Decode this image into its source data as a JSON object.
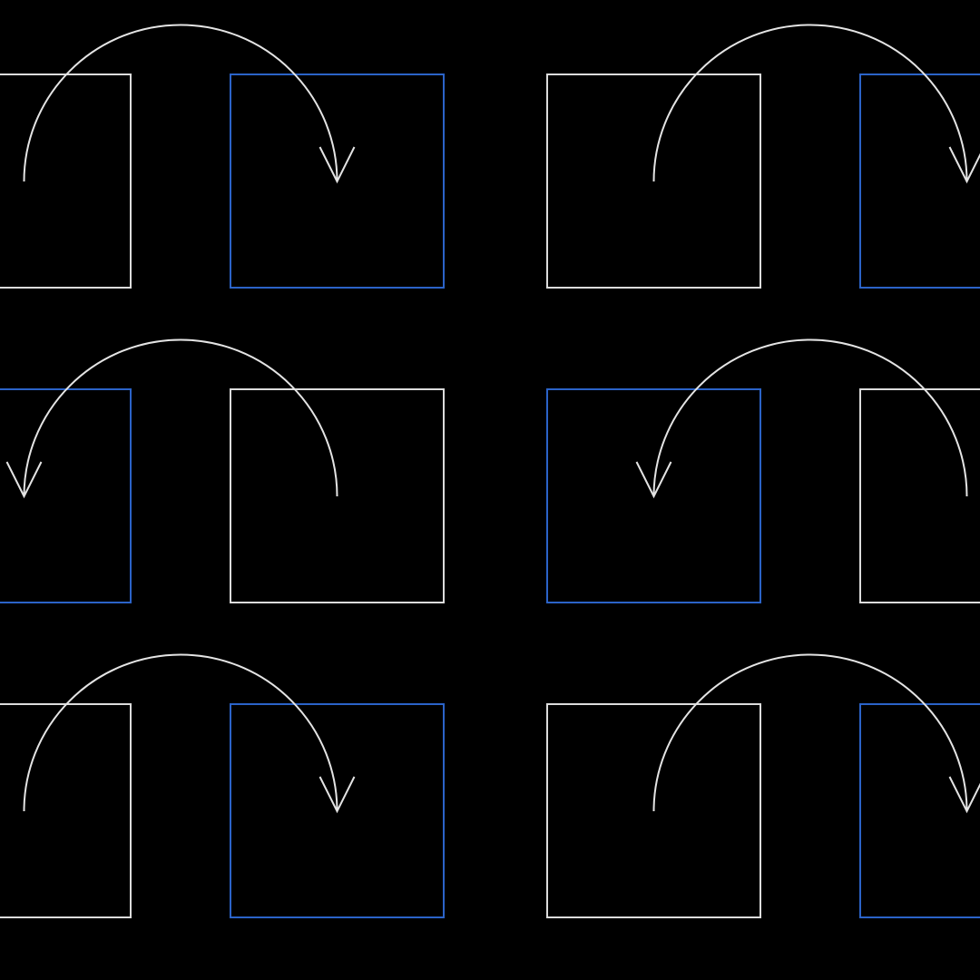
{
  "colors": {
    "background": "#000000",
    "white": "#dcdcdc",
    "blue": "#2b63c8",
    "arrow": "#e4e4e4"
  },
  "rows": [
    {
      "name": "row-1",
      "pairs": [
        {
          "left": "white",
          "right": "blue",
          "arrow": "left-to-right"
        },
        {
          "left": "white",
          "right": "blue",
          "arrow": "left-to-right"
        }
      ]
    },
    {
      "name": "row-2",
      "pairs": [
        {
          "left": "blue",
          "right": "white",
          "arrow": "right-to-left"
        },
        {
          "left": "blue",
          "right": "white",
          "arrow": "right-to-left"
        }
      ]
    },
    {
      "name": "row-3",
      "pairs": [
        {
          "left": "white",
          "right": "blue",
          "arrow": "left-to-right"
        },
        {
          "left": "white",
          "right": "blue",
          "arrow": "left-to-right"
        }
      ]
    }
  ]
}
